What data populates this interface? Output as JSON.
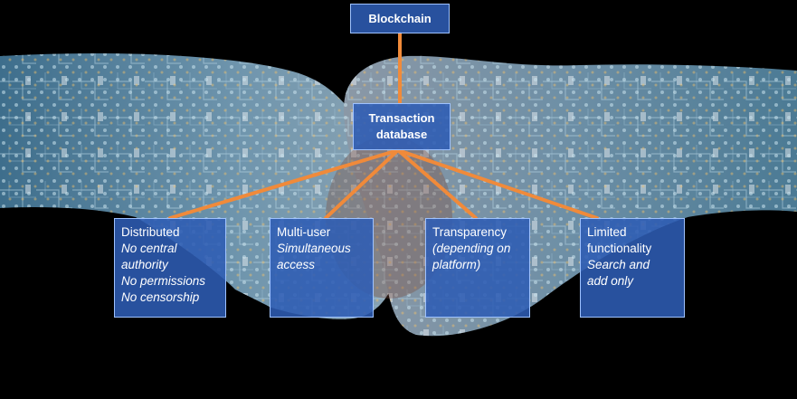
{
  "root": {
    "label": "Blockchain"
  },
  "center": {
    "label_line1": "Transaction",
    "label_line2": "database"
  },
  "features": [
    {
      "title": "Distributed",
      "lines": [
        "No central",
        "authority",
        "No permissions",
        "No censorship"
      ]
    },
    {
      "title": "Multi-user",
      "lines": [
        "Simultaneous",
        "access"
      ]
    },
    {
      "title": "Transparency",
      "lines": [
        "(depending on",
        "platform)"
      ]
    },
    {
      "title": "Limited",
      "title2": "functionality",
      "lines": [
        "Search and",
        "add only"
      ]
    }
  ],
  "colors": {
    "box_fill": "#2e5cb4",
    "box_border": "#9ec2ff",
    "connector": "#f08a3a",
    "background": "#000000"
  },
  "background_image": "circuit-board-handshake"
}
